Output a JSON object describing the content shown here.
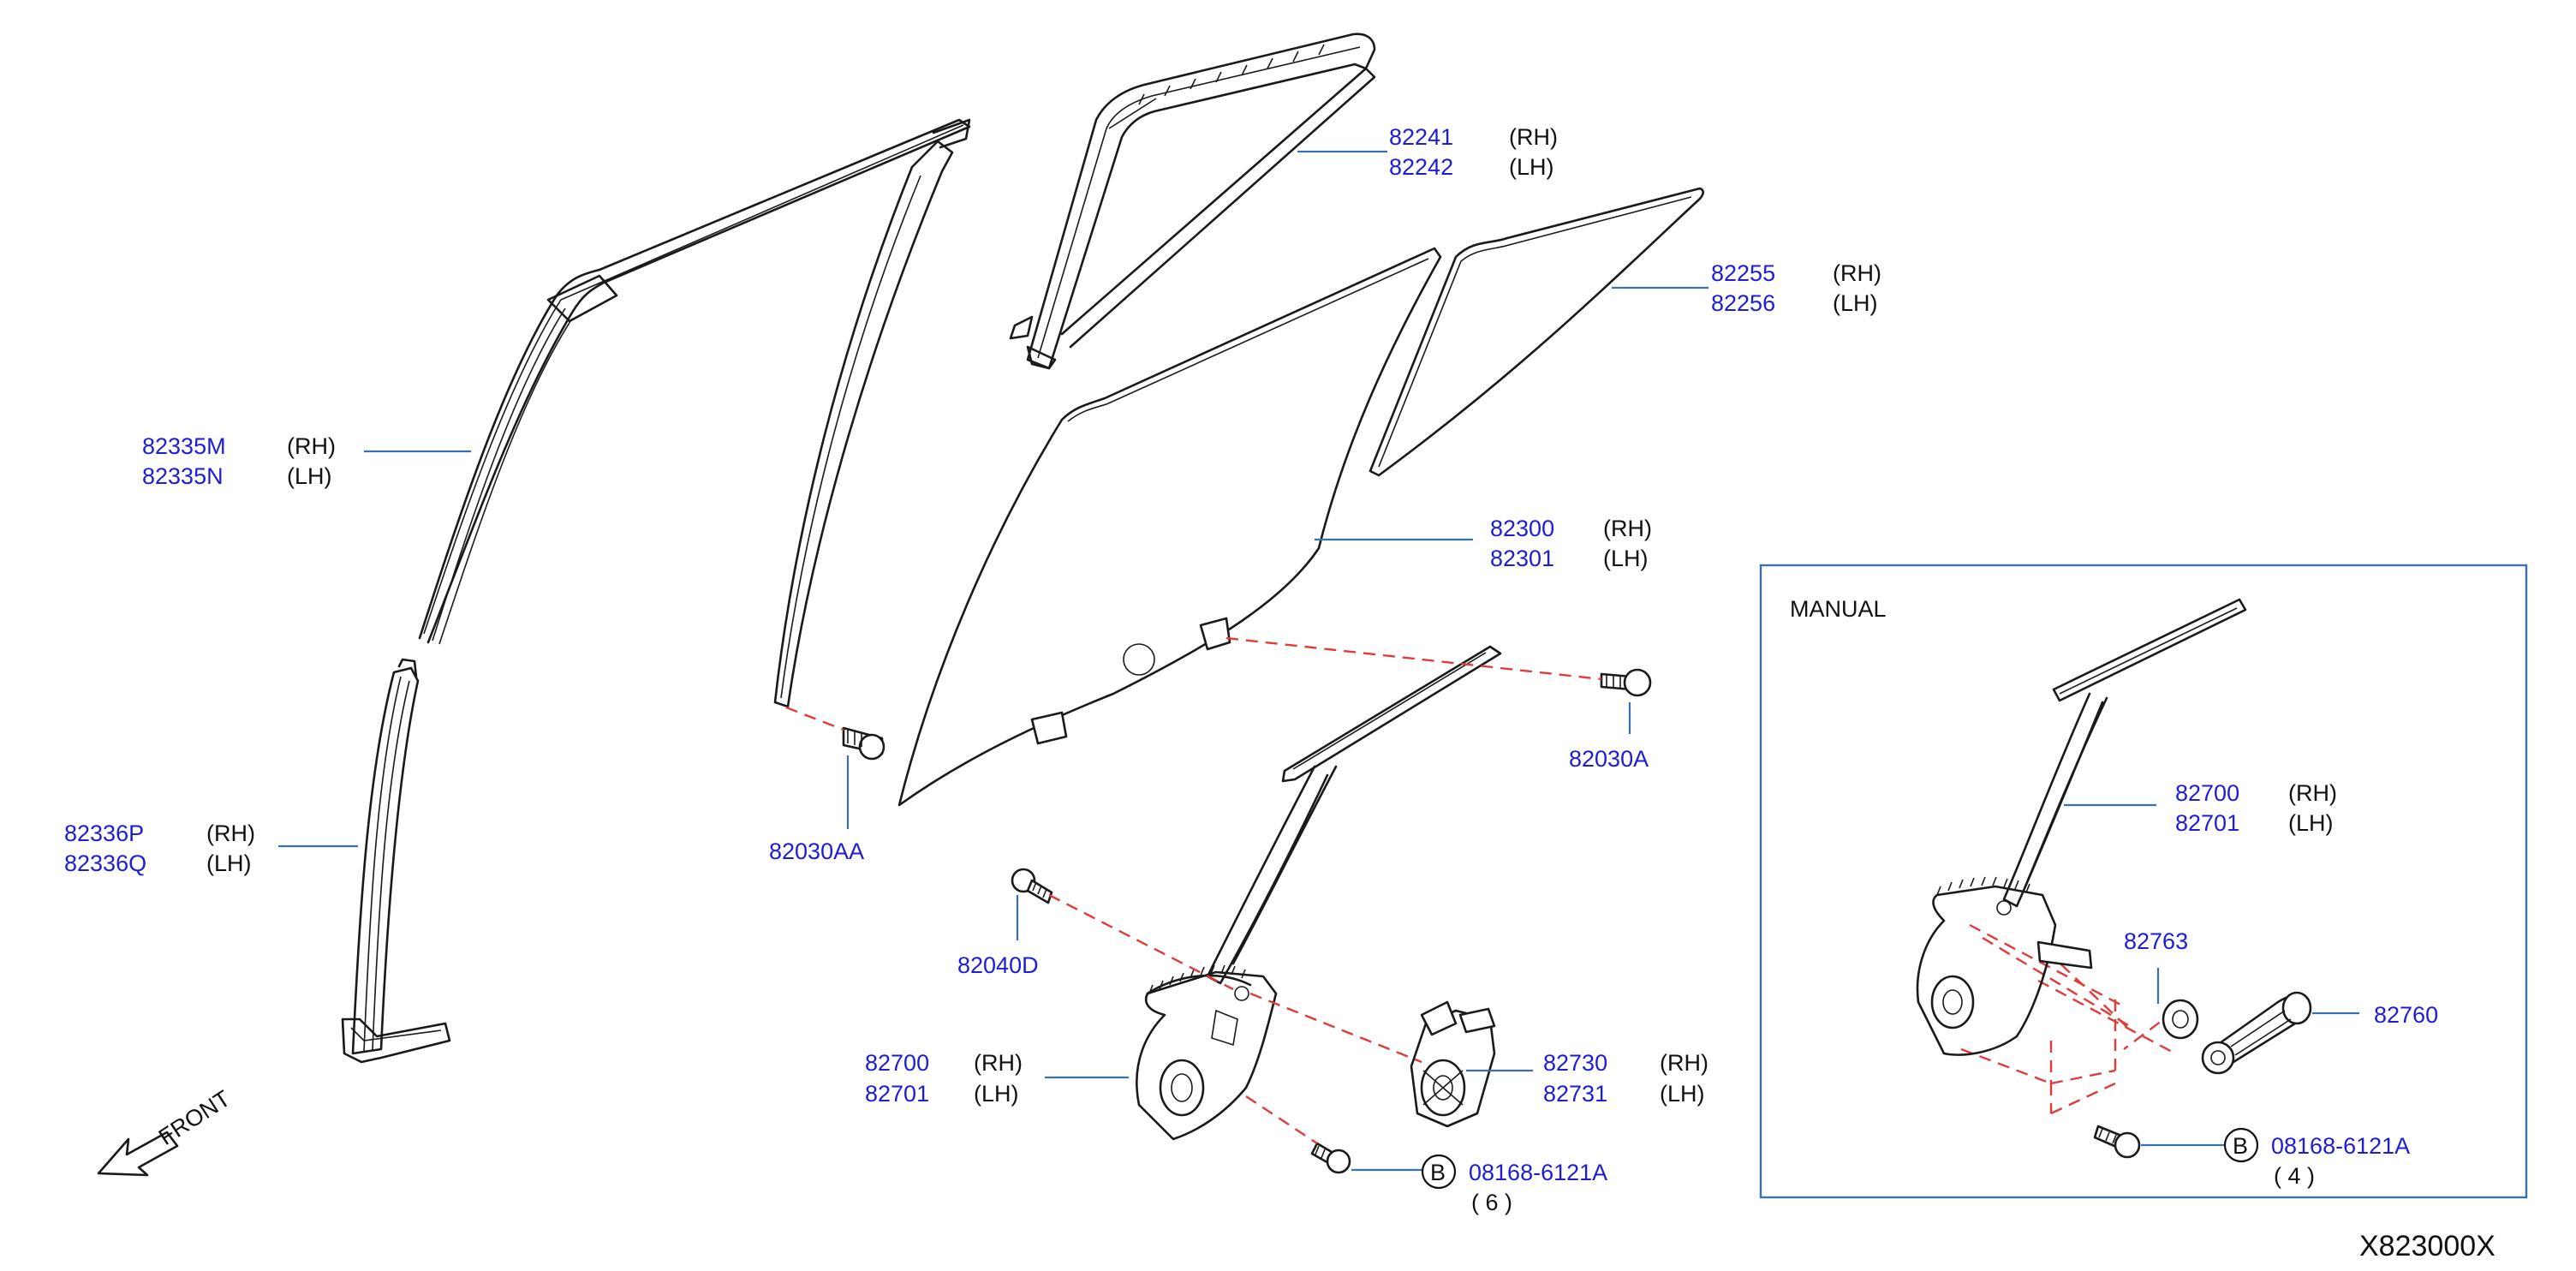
{
  "parts": {
    "sash_upper": {
      "rh": "82335M",
      "lh": "82335N"
    },
    "sash_lower": {
      "rh": "82336P",
      "lh": "82336Q"
    },
    "partition_frame": {
      "rh": "82241",
      "lh": "82242"
    },
    "quarter_glass": {
      "rh": "82255",
      "lh": "82256"
    },
    "door_glass": {
      "rh": "82300",
      "lh": "82301"
    },
    "bolt_aa": "82030AA",
    "bolt_a": "82030A",
    "bolt_d": "82040D",
    "regulator": {
      "rh": "82700",
      "lh": "82701"
    },
    "motor": {
      "rh": "82730",
      "lh": "82731"
    },
    "bolt_b": {
      "circle": "B",
      "code": "08168-6121A",
      "qty": "( 6 )"
    }
  },
  "side_labels": {
    "rh": "(RH)",
    "lh": "(LH)"
  },
  "manual": {
    "title": "MANUAL",
    "regulator": {
      "rh": "82700",
      "lh": "82701"
    },
    "washer": "82763",
    "handle": "82760",
    "bolt_b": {
      "circle": "B",
      "code": "08168-6121A",
      "qty": "( 4 )"
    }
  },
  "front_label": "FRONT",
  "diagram_code": "X823000X"
}
